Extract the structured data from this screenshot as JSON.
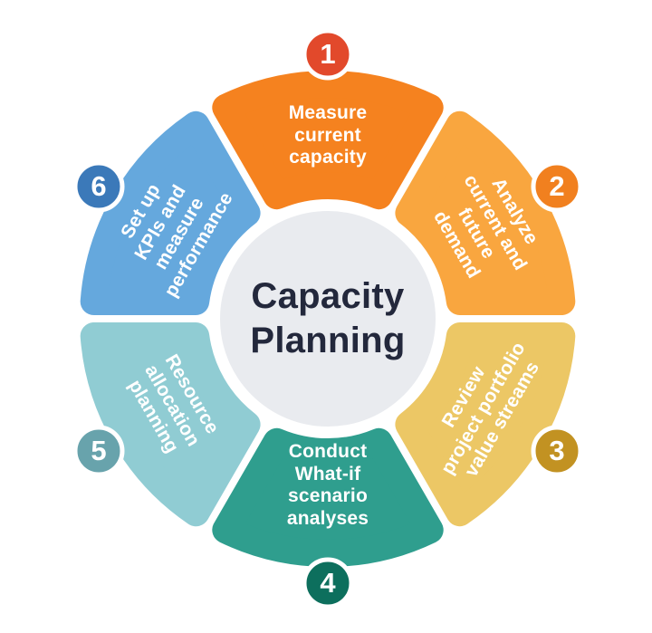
{
  "diagram": {
    "title": "Capacity Planning",
    "center": {
      "title_lines": [
        "Capacity",
        "Planning"
      ],
      "circle_color": "#E9EBEF",
      "text_color": "#23283C"
    },
    "petals": [
      {
        "number": "1",
        "label": "Measure current capacity",
        "lines": [
          "Measure",
          "current",
          "capacity"
        ],
        "color": "#F5821F",
        "badge_color": "#E2492B",
        "text_color": "#FFFFFF"
      },
      {
        "number": "2",
        "label": "Analyze current and future demand",
        "lines": [
          "Analyze",
          "current and",
          "future",
          "demand"
        ],
        "color": "#F9A63F",
        "badge_color": "#F1801F",
        "text_color": "#FFFFFF"
      },
      {
        "number": "3",
        "label": "Review project portfolio value streams",
        "lines": [
          "Review",
          "project portfolio",
          "value streams"
        ],
        "color": "#ECC765",
        "badge_color": "#C29222",
        "text_color": "#FFFFFF"
      },
      {
        "number": "4",
        "label": "Conduct What-if scenario analyses",
        "lines": [
          "Conduct",
          "What-if",
          "scenario",
          "analyses"
        ],
        "color": "#2F9E8E",
        "badge_color": "#0D6F5D",
        "text_color": "#FFFFFF"
      },
      {
        "number": "5",
        "label": "Resource allocation planning",
        "lines": [
          "Resource",
          "allocation",
          "planning"
        ],
        "color": "#90CCD3",
        "badge_color": "#68A3AC",
        "text_color": "#FFFFFF"
      },
      {
        "number": "6",
        "label": "Set up KPIs and measure performance",
        "lines": [
          "Set up",
          "KPIs and",
          "measure",
          "performance"
        ],
        "color": "#65A8DD",
        "badge_color": "#3B79B9",
        "text_color": "#FFFFFF"
      }
    ]
  }
}
